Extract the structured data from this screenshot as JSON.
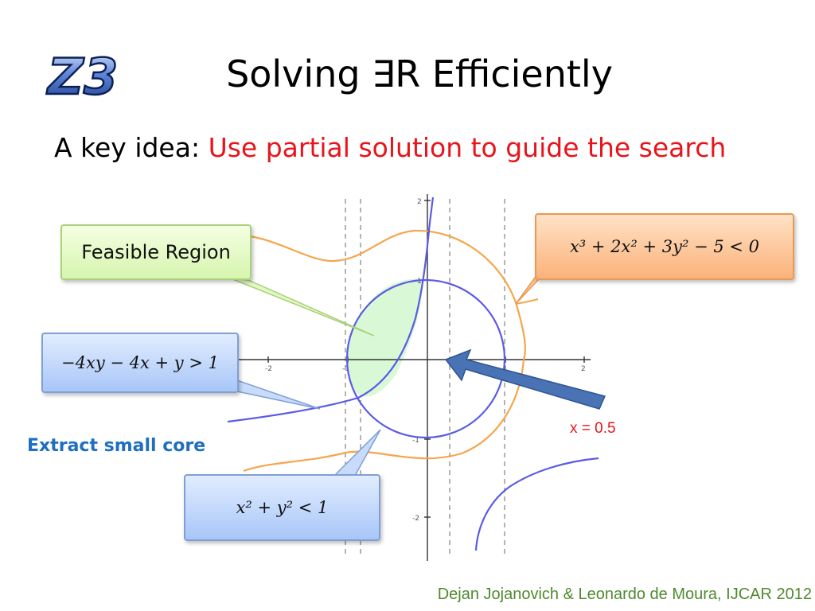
{
  "logo": {
    "text": "Z3"
  },
  "title": "Solving ∃R Efficiently",
  "subtitle": {
    "prefix": "A key idea: ",
    "highlight": "Use partial solution to guide the search"
  },
  "callouts": {
    "feasible": "Feasible Region",
    "cubic": "𝑥³ + 2𝑥² + 3𝑦² − 5 < 0",
    "linear": "−4𝑥𝑦  − 4𝑥 + 𝑦 > 1",
    "circle": "𝑥² + 𝑦² < 1"
  },
  "annotations": {
    "x_value": "x = 0.5",
    "core_label": "Extract small core"
  },
  "axes": {
    "x_ticks": [
      "-2",
      "-1",
      "1",
      "2"
    ],
    "y_ticks": [
      "2",
      "1",
      "-1",
      "-2"
    ]
  },
  "footer": "Dejan Jojanovich & Leonardo de Moura, IJCAR 2012",
  "colors": {
    "blue_curve": "#5b5be6",
    "orange_curve": "#f6a54e",
    "feasible_fill": "#d9f9d6",
    "arrow": "#4a73b5",
    "highlight_text": "#e8141b",
    "core_text": "#1f6fc0",
    "footer_text": "#4f8a2e"
  }
}
